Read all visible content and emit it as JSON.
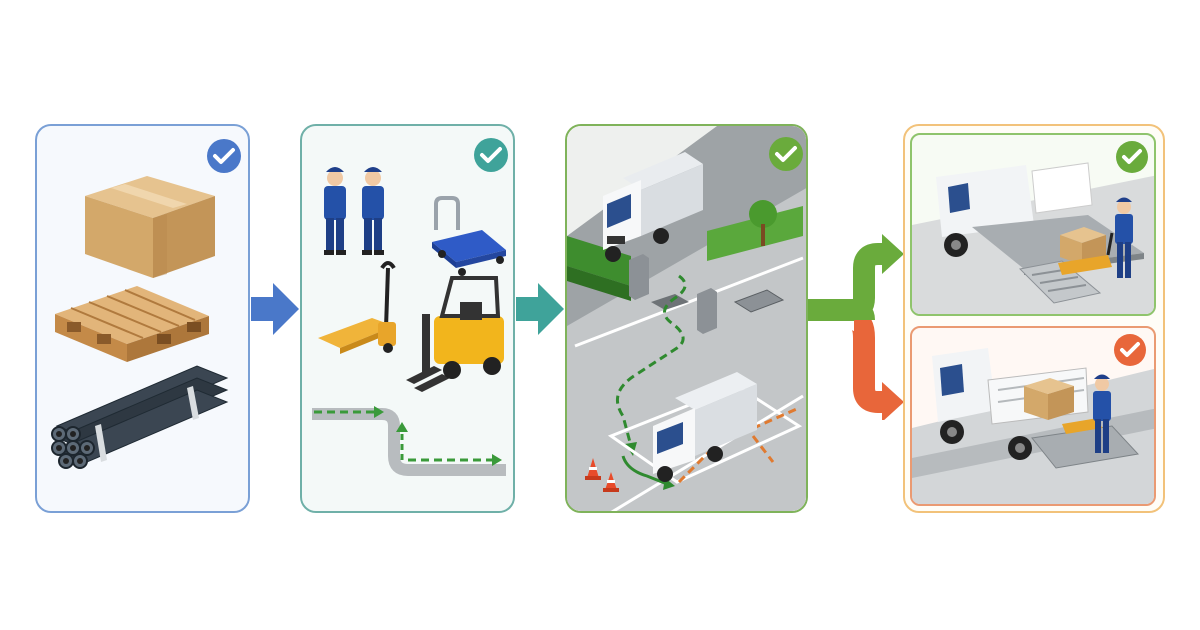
{
  "colors": {
    "stage1": "#4a78c9",
    "stage2": "#3fa39a",
    "stage3": "#6aab3c",
    "stage4_ok": "#6aab3c",
    "stage4_alt": "#e8663a",
    "panel4_border": "#f2c27a"
  },
  "stages": [
    {
      "id": "materials",
      "status": "check",
      "icons": [
        "cardboard-box",
        "wooden-pallet",
        "steel-pipe-bundle"
      ]
    },
    {
      "id": "handling-equipment",
      "status": "check",
      "icons": [
        "worker",
        "worker",
        "platform-cart",
        "hand-pallet-jack",
        "forklift",
        "route-path-arrow"
      ]
    },
    {
      "id": "site-access-route",
      "status": "check",
      "icons": [
        "box-truck",
        "tree",
        "hedge",
        "bollard",
        "manhole-cover",
        "traffic-cone",
        "parking-zone",
        "route-path-arrow"
      ]
    },
    {
      "id": "delivery-options",
      "options": [
        {
          "id": "ramp-unloading",
          "status": "check",
          "color": "#6aab3c",
          "icons": [
            "flatbed-truck",
            "loading-ramp",
            "worker",
            "pallet-jack",
            "cardboard-box"
          ]
        },
        {
          "id": "tail-lift-unloading",
          "status": "check",
          "color": "#e8663a",
          "icons": [
            "tail-lift-truck",
            "worker",
            "pallet-jack",
            "cardboard-box"
          ]
        }
      ]
    }
  ],
  "connectors": [
    {
      "from": "materials",
      "to": "handling-equipment",
      "icon": "arrow-right"
    },
    {
      "from": "handling-equipment",
      "to": "site-access-route",
      "icon": "arrow-right"
    },
    {
      "from": "site-access-route",
      "to": "delivery-options",
      "icon": "branch-arrow"
    }
  ]
}
